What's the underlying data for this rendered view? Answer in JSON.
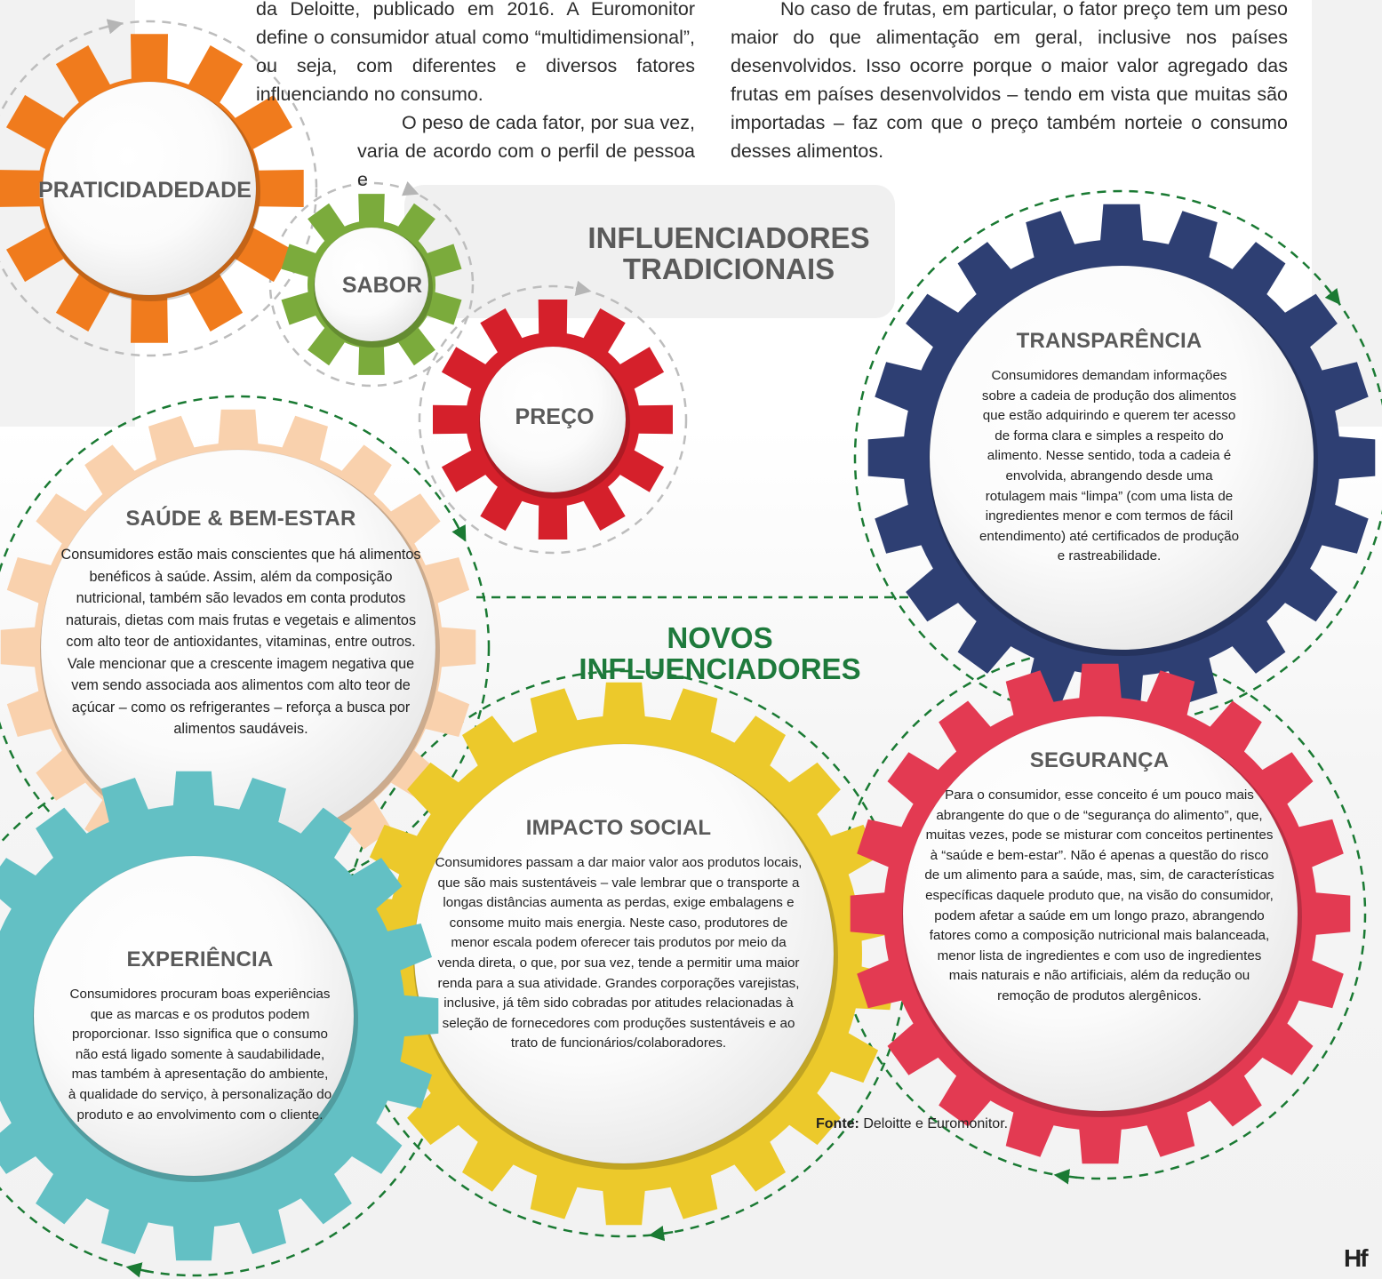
{
  "intro": {
    "left_col": [
      "da Deloitte, publicado em 2016. A Euromonitor define o consumidor atual como “multidimensional”, ou seja, com diferentes e diversos fatores influenciando no consumo.",
      "O peso de cada fator, por sua vez, varia de acordo com o perfil de pessoa e"
    ],
    "right_col": "No caso de frutas, em particular, o fator preço tem um peso maior do que alimentação em geral, inclusive nos países desenvolvidos. Isso ocorre porque o maior valor agregado das frutas em países desenvolvidos – tendo em vista que muitas são importadas – faz com que o preço também norteie o consumo desses alimentos."
  },
  "headings": {
    "traditional": "INFLUENCIADORES TRADICIONAIS",
    "new": "NOVOS INFLUENCIADORES"
  },
  "traditional_gears": {
    "praticidade": "PRATICIDADEDADE",
    "sabor": "SABOR",
    "preco": "PREÇO"
  },
  "new_gears": {
    "saude": {
      "title": "SAÚDE & BEM-ESTAR",
      "text": "Consumidores estão mais conscientes que há alimentos benéficos à saúde. Assim, além da composição nutricional, também são levados em conta produtos naturais, dietas com mais frutas e vegetais e alimentos com alto teor de antioxidantes, vitaminas, entre outros. Vale mencionar que a crescente imagem negativa que vem sendo associada aos alimentos com alto teor de açúcar – como os refrigerantes – reforça a busca por alimentos saudáveis."
    },
    "transparencia": {
      "title": "TRANSPARÊNCIA",
      "text": "Consumidores demandam informações sobre a cadeia de produção dos alimentos que estão adquirindo e querem ter acesso de forma clara e simples a respeito do alimento. Nesse sentido, toda a cadeia é envolvida, abrangendo desde uma rotulagem mais “limpa” (com uma lista de ingredientes menor e com termos de fácil entendimento) até certificados de produção e rastreabilidade."
    },
    "impacto": {
      "title": "IMPACTO SOCIAL",
      "text": "Consumidores passam a dar maior valor aos produtos locais, que são mais sustentáveis – vale lembrar que o transporte a longas distâncias aumenta as perdas, exige embalagens e consome muito mais energia. Neste caso, produtores de menor escala podem oferecer tais produtos por meio da venda direta, o que, por sua vez, tende a permitir uma maior renda para a sua atividade. Grandes corporações varejistas, inclusive, já têm sido cobradas por atitudes relacionadas à seleção de fornecedores com produções sustentáveis e ao trato de funcionários/colaboradores."
    },
    "seguranca": {
      "title": "SEGURANÇA",
      "text": "Para o consumidor, esse conceito é um pouco mais abrangente do que o de “segurança do alimento”, que, muitas vezes, pode se misturar com conceitos pertinentes à “saúde e bem-estar”. Não é apenas a questão do risco de um alimento para a saúde, mas, sim, de características específicas daquele produto que, na visão do consumidor, podem afetar a saúde em um longo prazo, abrangendo fatores como a composição nutricional mais balanceada, menor lista de ingredientes e com uso de ingredientes mais naturais e não artificiais, além da redução ou remoção de produtos alergênicos."
    },
    "experiencia": {
      "title": "EXPERIÊNCIA",
      "text": "Consumidores procuram boas experiências que as marcas e os produtos podem proporcionar. Isso significa que o consumo não está ligado somente à saudabilidade, mas também à apresentação do ambiente, à qualidade do serviço, à personalização do produto e ao envolvimento com o cliente."
    }
  },
  "source": {
    "label": "Fonte:",
    "text": "Deloitte e Euromonitor."
  },
  "logo": "Hf",
  "colors": {
    "orange": "#f07b1d",
    "green": "#7bab3c",
    "red": "#d5202b",
    "navy": "#2e3f73",
    "peach": "#f9d1ad",
    "yellow": "#ecc92b",
    "crimson": "#e33a52",
    "teal": "#63c0c4",
    "title_new": "#1e7a3c",
    "title_trad": "#5a5a5a",
    "dash_green": "#1a7a33",
    "dash_gray": "#bdbdbd"
  }
}
